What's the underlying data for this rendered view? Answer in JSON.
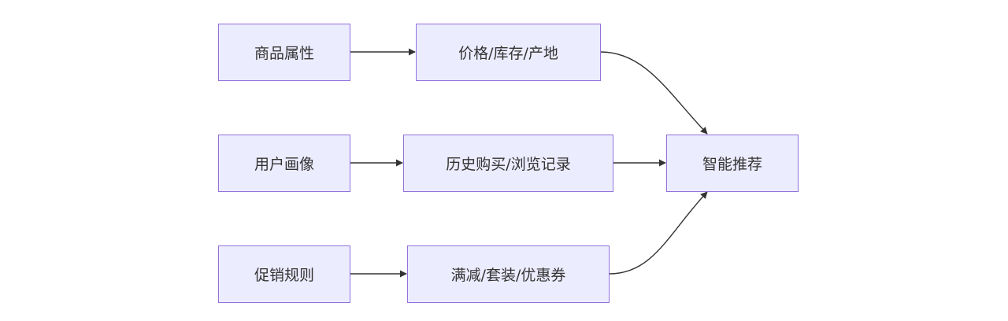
{
  "diagram": {
    "nodes": {
      "product_attrs": "商品属性",
      "price_stock_origin": "价格/库存/产地",
      "user_profile": "用户画像",
      "purchase_browse_history": "历史购买/浏览记录",
      "promo_rules": "促销规则",
      "discount_bundle_coupon": "满减/套装/优惠券",
      "smart_recommend": "智能推荐"
    },
    "edges": [
      {
        "from": "商品属性",
        "to": "价格/库存/产地"
      },
      {
        "from": "用户画像",
        "to": "历史购买/浏览记录"
      },
      {
        "from": "促销规则",
        "to": "满减/套装/优惠券"
      },
      {
        "from": "价格/库存/产地",
        "to": "智能推荐"
      },
      {
        "from": "历史购买/浏览记录",
        "to": "智能推荐"
      },
      {
        "from": "满减/套装/优惠券",
        "to": "智能推荐"
      }
    ],
    "colors": {
      "node_fill": "#ececff",
      "node_border": "#9370db",
      "edge": "#333333",
      "text": "#333333"
    }
  }
}
